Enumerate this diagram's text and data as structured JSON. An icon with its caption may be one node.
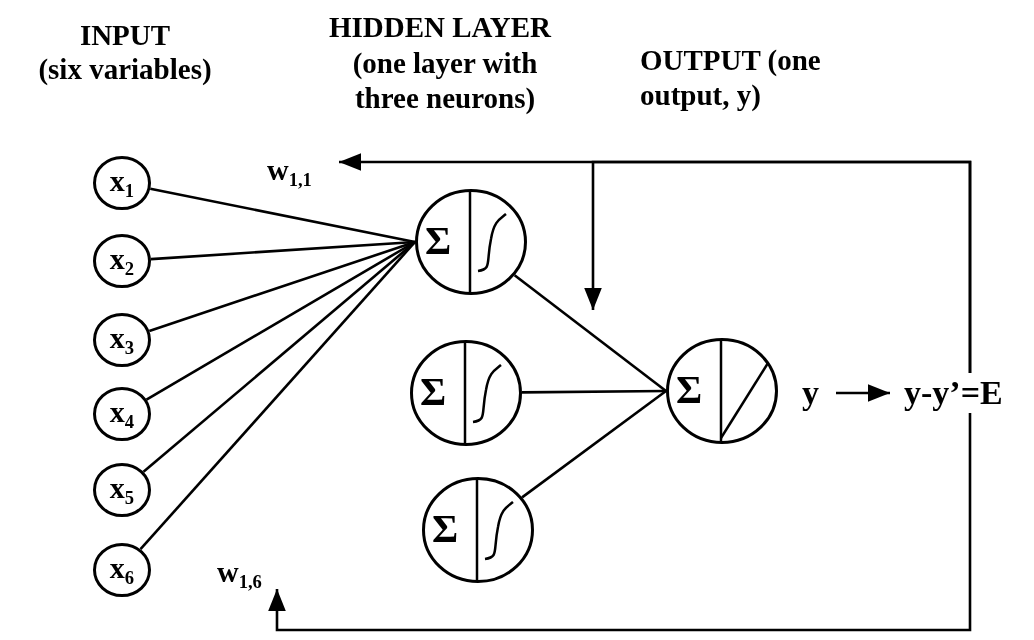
{
  "diagram": {
    "nodes": [
      {
        "text": [
          "x$_{1}$"
        ]
      },
      {
        "text": [
          "x$_{2}$"
        ]
      },
      {
        "text": [
          "x$_{3}$"
        ]
      },
      {
        "text": [
          "x$_{4}$"
        ]
      },
      {
        "text": [
          "x$_{5}$"
        ]
      },
      {
        "text": [
          "x$_{6}$"
        ]
      },
      {
        "text": [
          "Σ"
        ]
      },
      {
        "text": [
          "Σ"
        ]
      },
      {
        "text": [
          "Σ"
        ]
      },
      {
        "text": [
          "Σ"
        ]
      },
      {
        "text": [
          "y"
        ]
      },
      {
        "text": [
          "y-y’=E"
        ]
      },
      {
        "text": [
          "w$_{1,1}$"
        ]
      },
      {
        "text": [
          "w$_{1,6}$"
        ]
      }
    ],
    "edges": [
      {
        "from": 0,
        "to": 6,
        "arrow": "none"
      },
      {
        "from": 1,
        "to": 6,
        "arrow": "none"
      },
      {
        "from": 2,
        "to": 6,
        "arrow": "none"
      },
      {
        "from": 3,
        "to": 6,
        "arrow": "none"
      },
      {
        "from": 4,
        "to": 6,
        "arrow": "none"
      },
      {
        "from": 5,
        "to": 6,
        "arrow": "none"
      },
      {
        "from": 6,
        "to": 9,
        "arrow": "none"
      },
      {
        "from": 7,
        "to": 9,
        "arrow": "none"
      },
      {
        "from": 8,
        "to": 9,
        "arrow": "none"
      },
      {
        "from": 10,
        "to": 11,
        "arrow": "to"
      },
      {
        "from": 11,
        "to": 12,
        "arrow": "to"
      },
      {
        "from": 11,
        "to": null,
        "arrow": "to"
      },
      {
        "from": 11,
        "to": 13,
        "arrow": "to"
      }
    ],
    "labels": [
      "INPUT",
      "(six variables)",
      "HIDDEN LAYER",
      "(one layer with three neurons)",
      "OUTPUT (one output, y)"
    ]
  }
}
